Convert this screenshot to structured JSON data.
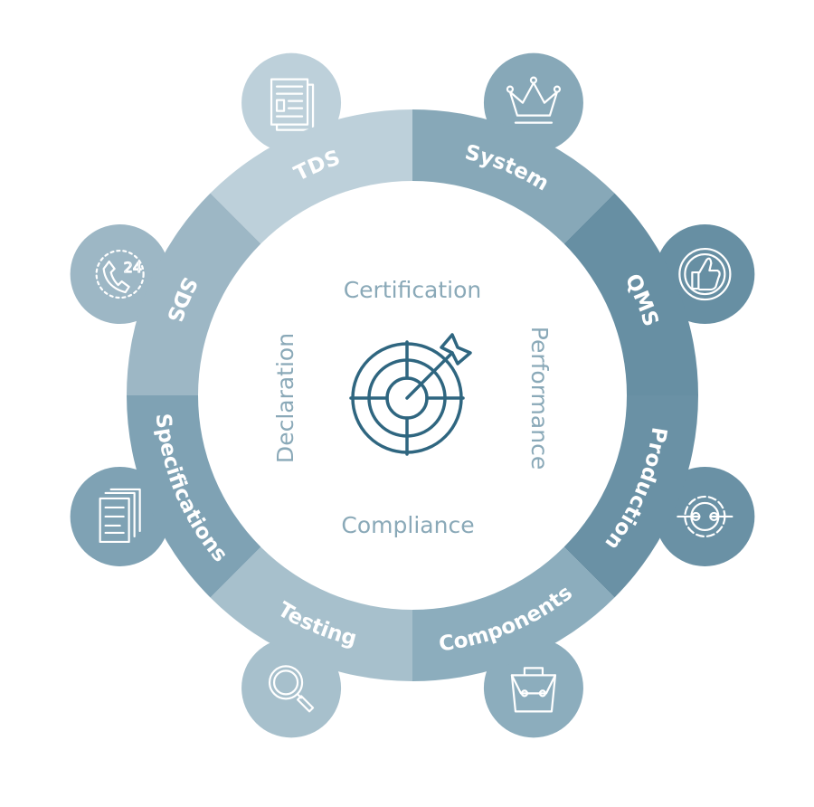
{
  "segments": [
    {
      "label": "TDS",
      "color": "#bdd0da",
      "icon": "newspaper-icon"
    },
    {
      "label": "System",
      "color": "#87a8b8",
      "icon": "crown-icon"
    },
    {
      "label": "QMS",
      "color": "#678fa3",
      "icon": "thumbs-up-icon"
    },
    {
      "label": "Production",
      "color": "#6a91a5",
      "icon": "gear-wrench-icon"
    },
    {
      "label": "Components",
      "color": "#8cadbd",
      "icon": "briefcase-icon"
    },
    {
      "label": "Testing",
      "color": "#a7c0cc",
      "icon": "magnifier-icon"
    },
    {
      "label": "Specifications",
      "color": "#7fa2b4",
      "icon": "documents-icon"
    },
    {
      "label": "SDS",
      "color": "#9db7c5",
      "icon": "phone-24-icon"
    }
  ],
  "center": {
    "top": "Certification",
    "bottom": "Compliance",
    "left": "Declaration",
    "right": "Performance",
    "icon": "target-arrow-icon",
    "icon_color": "#2f6680",
    "text_color": "#8aa9b8"
  }
}
